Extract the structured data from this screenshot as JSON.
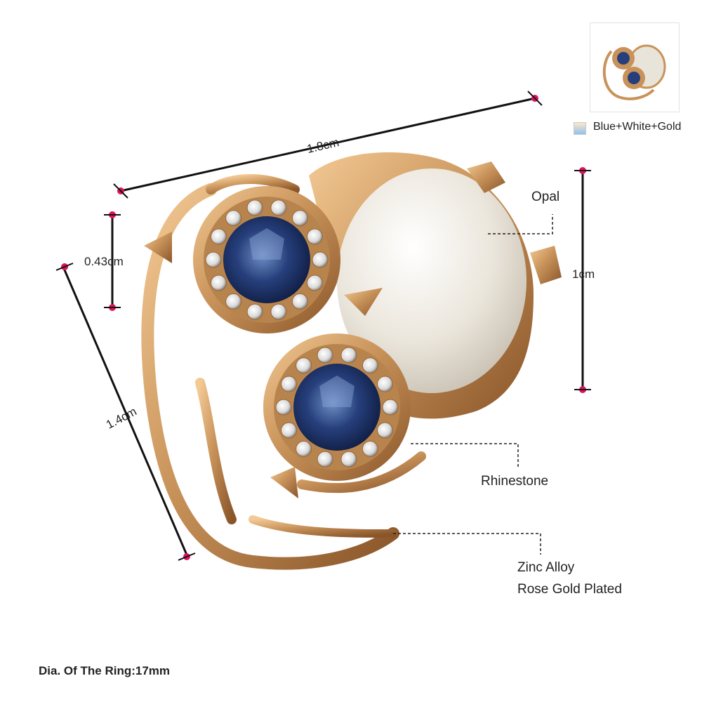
{
  "variant": {
    "name": "Blue+White+Gold",
    "swatch_colors": [
      "#fde7c7",
      "#8fc3ee"
    ]
  },
  "dimensions": {
    "width": "1.8cm",
    "eye_height": "0.43cm",
    "height": "1.4cm",
    "opal_height": "1cm"
  },
  "callouts": {
    "opal": "Opal",
    "rhinestone": "Rhinestone",
    "alloy_line1": "Zinc Alloy",
    "alloy_line2": "Rose Gold Plated"
  },
  "footer": {
    "ring_diameter": "Dia. Of The Ring:17mm"
  },
  "colors": {
    "gold": "#c8935a",
    "gold_dark": "#9a6432",
    "sapphire": "#223a74",
    "opal": "#ece7de",
    "marker": "#e0115f"
  }
}
